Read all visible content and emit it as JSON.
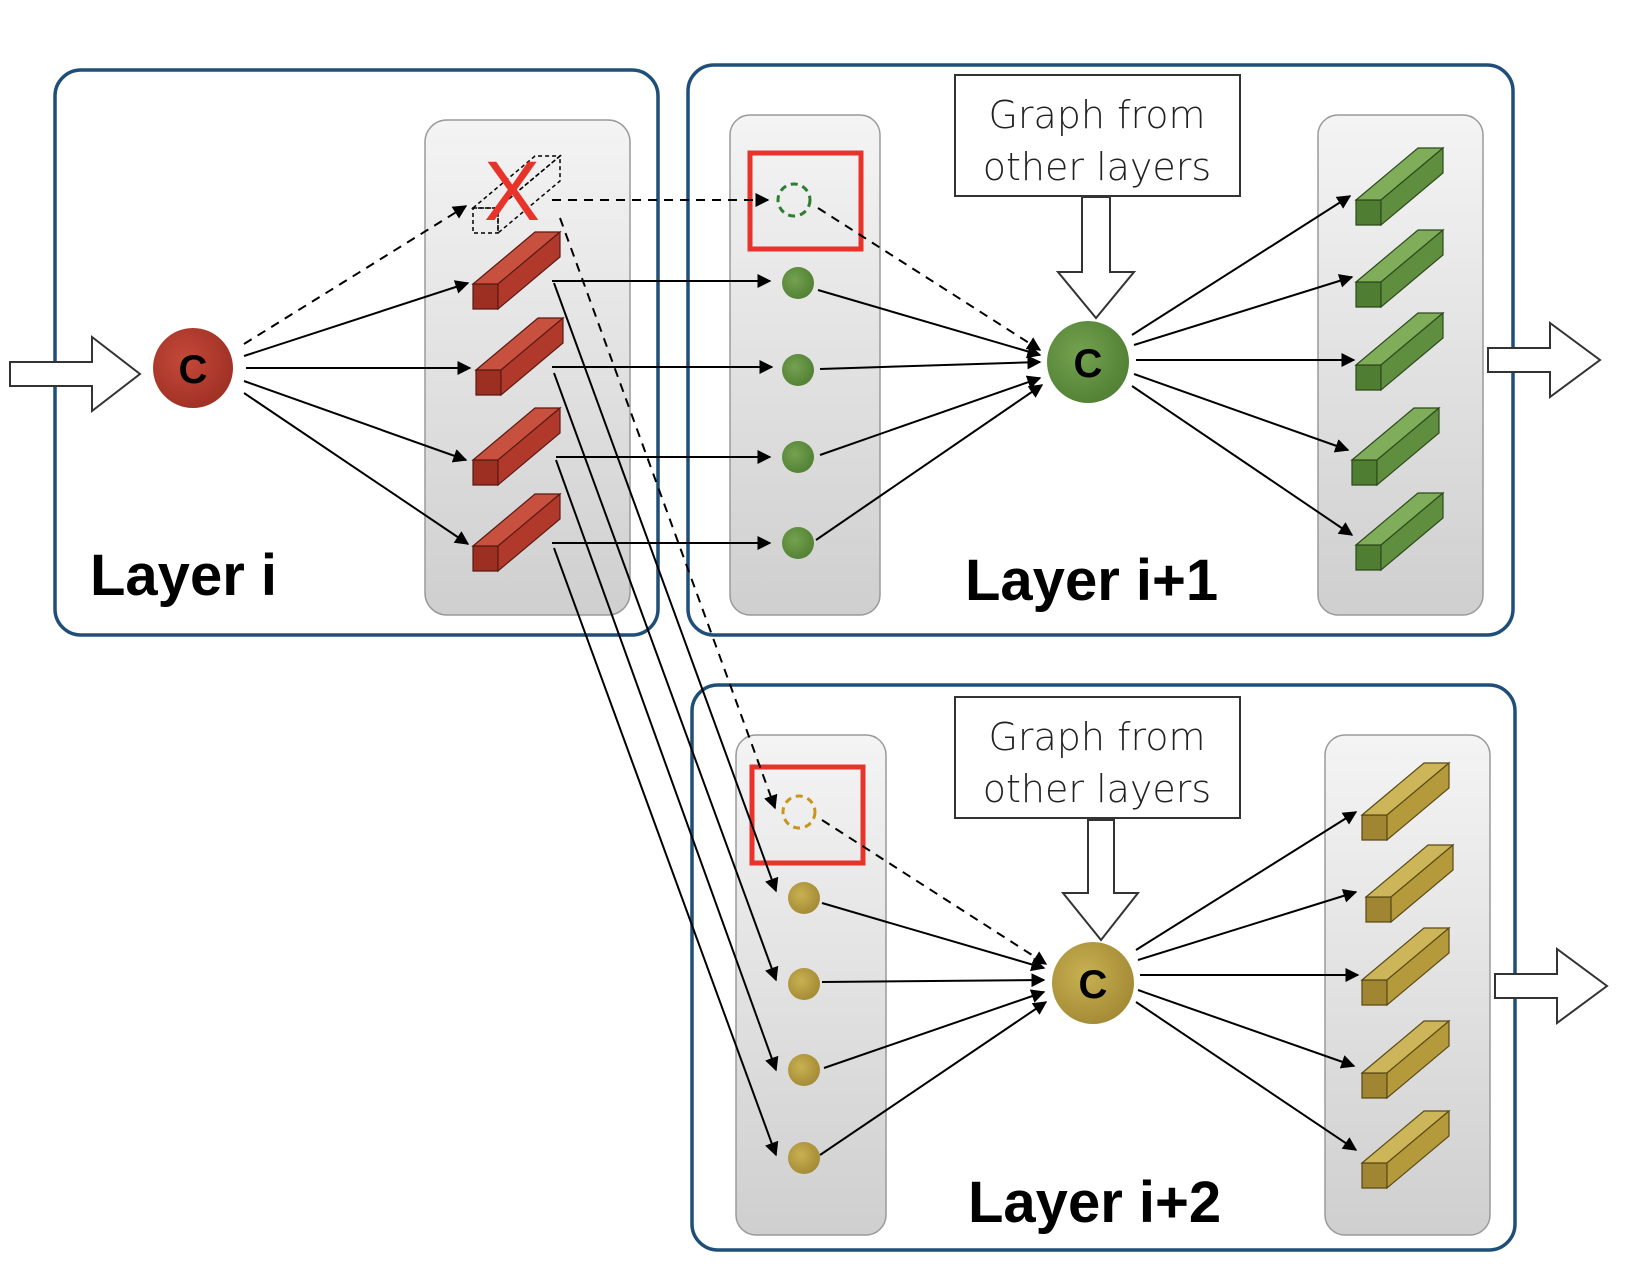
{
  "layers": [
    {
      "id": "layer-i",
      "label": "Layer i",
      "node_label": "C",
      "color": "#b2392b",
      "column_items": 4
    },
    {
      "id": "layer-i1",
      "label": "Layer i+1",
      "node_label": "C",
      "color": "#5f8f3e",
      "column_items": 4,
      "output_items": 5
    },
    {
      "id": "layer-i2",
      "label": "Layer i+2",
      "node_label": "C",
      "color": "#b59a3c",
      "column_items": 4,
      "output_items": 5
    }
  ],
  "graph_from_other_layers": [
    "Graph from",
    "other layers"
  ],
  "dropped_marker": "X",
  "colors": {
    "layer_border": "#1f4e79",
    "highlight": "#e8332a",
    "column_fill_top": "#f4f4f4",
    "column_fill_bottom": "#cfcfcf"
  }
}
